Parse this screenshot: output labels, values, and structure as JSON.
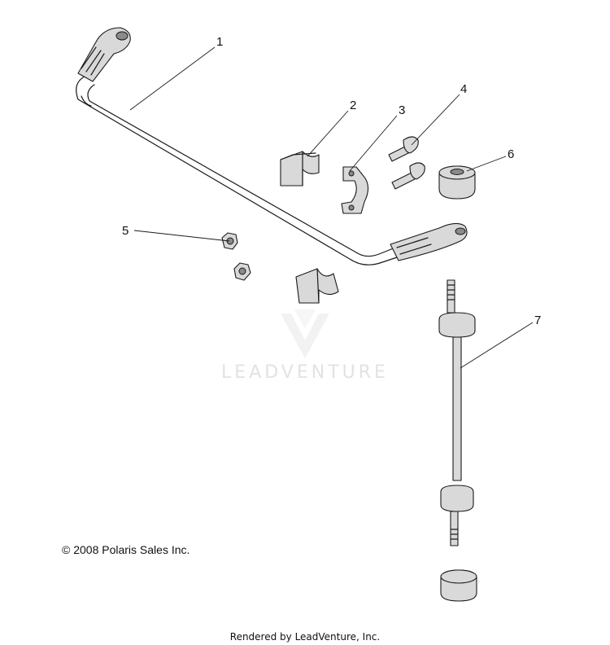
{
  "watermark": {
    "text": "LEADVENTURE",
    "color": "#e2e2e2"
  },
  "copyright": "© 2008 Polaris Sales Inc.",
  "footer": "Rendered by LeadVenture, Inc.",
  "callouts": [
    {
      "id": "1",
      "label": "1"
    },
    {
      "id": "2",
      "label": "2"
    },
    {
      "id": "3",
      "label": "3"
    },
    {
      "id": "4",
      "label": "4"
    },
    {
      "id": "5",
      "label": "5"
    },
    {
      "id": "6",
      "label": "6"
    },
    {
      "id": "7",
      "label": "7"
    }
  ]
}
